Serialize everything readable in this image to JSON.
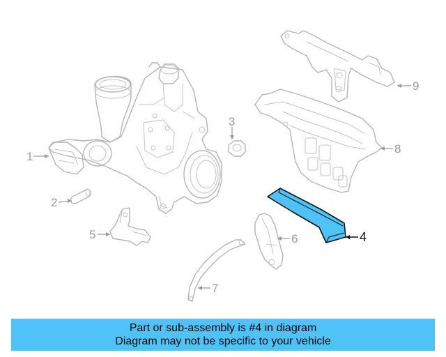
{
  "callouts": [
    {
      "num": "1",
      "highlight": false
    },
    {
      "num": "2",
      "highlight": false
    },
    {
      "num": "3",
      "highlight": false
    },
    {
      "num": "4",
      "highlight": true
    },
    {
      "num": "5",
      "highlight": false
    },
    {
      "num": "6",
      "highlight": false
    },
    {
      "num": "7",
      "highlight": false
    },
    {
      "num": "8",
      "highlight": false
    },
    {
      "num": "9",
      "highlight": false
    }
  ],
  "banner": {
    "line1": "Part or sub-assembly is #4 in diagram",
    "line2": "Diagram may not be specific to your vehicle",
    "color": "#4fc3f7"
  },
  "colors": {
    "line_art": "#b4b4b4",
    "highlight_fill": "#4fc3f7",
    "highlight_stroke": "#111111"
  }
}
